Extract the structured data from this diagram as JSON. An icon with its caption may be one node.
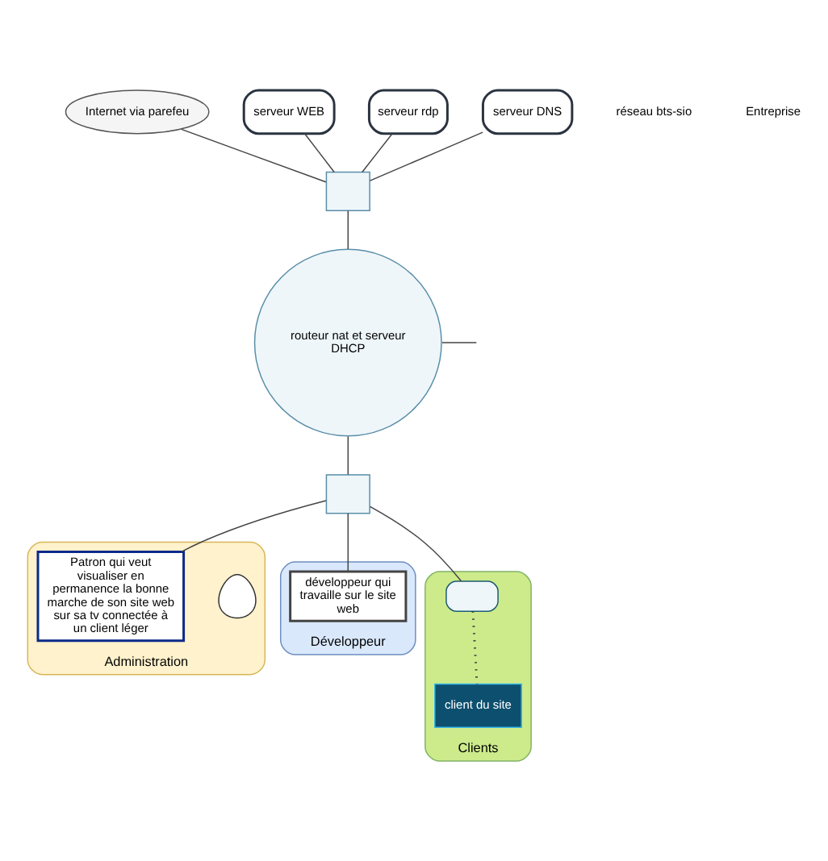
{
  "diagram": {
    "nodes": [
      {
        "text": [
          "Internet via parefeu"
        ]
      },
      {
        "text": [
          "serveur WEB"
        ]
      },
      {
        "text": [
          "serveur rdp"
        ]
      },
      {
        "text": [],
        "shape": "box"
      },
      {
        "text": [
          "serveur DNS"
        ]
      },
      {
        "text": [
          "routeur nat et serveur DHCP"
        ]
      },
      {
        "text": [],
        "shape": "box"
      },
      {
        "text": [
          "Administration"
        ]
      },
      {
        "text": [],
        "shape": "person",
        "in": 7
      },
      {
        "text": [
          "Patron qui veut visualiser en permanence la bonne marche de son site web sur sa tv connectée à un client léger"
        ],
        "in": 7
      },
      {
        "text": [
          "Développeur"
        ]
      },
      {
        "text": [
          "développeur qui travaille sur le site web"
        ],
        "in": 10
      },
      {
        "text": [
          "Clients"
        ]
      },
      {
        "text": [],
        "shape": "box",
        "in": 12
      },
      {
        "text": [
          "client du site"
        ],
        "in": 12
      }
    ],
    "edges": [
      {
        "from": 0,
        "to": 3,
        "arrow": "none"
      },
      {
        "from": 1,
        "to": 3,
        "arrow": "none"
      },
      {
        "from": 2,
        "to": 3,
        "arrow": "none"
      },
      {
        "from": 4,
        "to": 3,
        "arrow": "none"
      },
      {
        "from": 3,
        "to": 5,
        "arrow": "none"
      },
      {
        "from": 5,
        "to": null,
        "arrow": "none"
      },
      {
        "from": 5,
        "to": 6,
        "arrow": "none"
      },
      {
        "from": 6,
        "to": 9,
        "arrow": "none"
      },
      {
        "from": 6,
        "to": 11,
        "arrow": "none"
      },
      {
        "from": 6,
        "to": 13,
        "arrow": "none"
      },
      {
        "from": 13,
        "to": 14,
        "arrow": "none",
        "style": "dashed"
      }
    ],
    "labels": [
      "réseau bts-sio",
      "Entreprise"
    ]
  }
}
